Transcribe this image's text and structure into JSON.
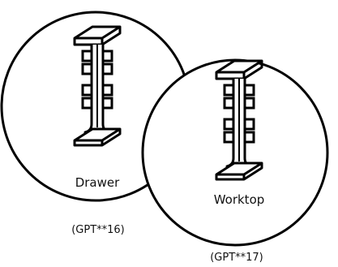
{
  "callouts": [
    {
      "label": "Drawer",
      "code": "(GPT**16)"
    },
    {
      "label": "Worktop",
      "code": "(GPT**17)"
    }
  ],
  "colors": {
    "stroke": "#000000",
    "fill": "#ffffff",
    "text": "#111111"
  },
  "icons": [
    "bracket-support-icon",
    "bracket-support-icon"
  ]
}
